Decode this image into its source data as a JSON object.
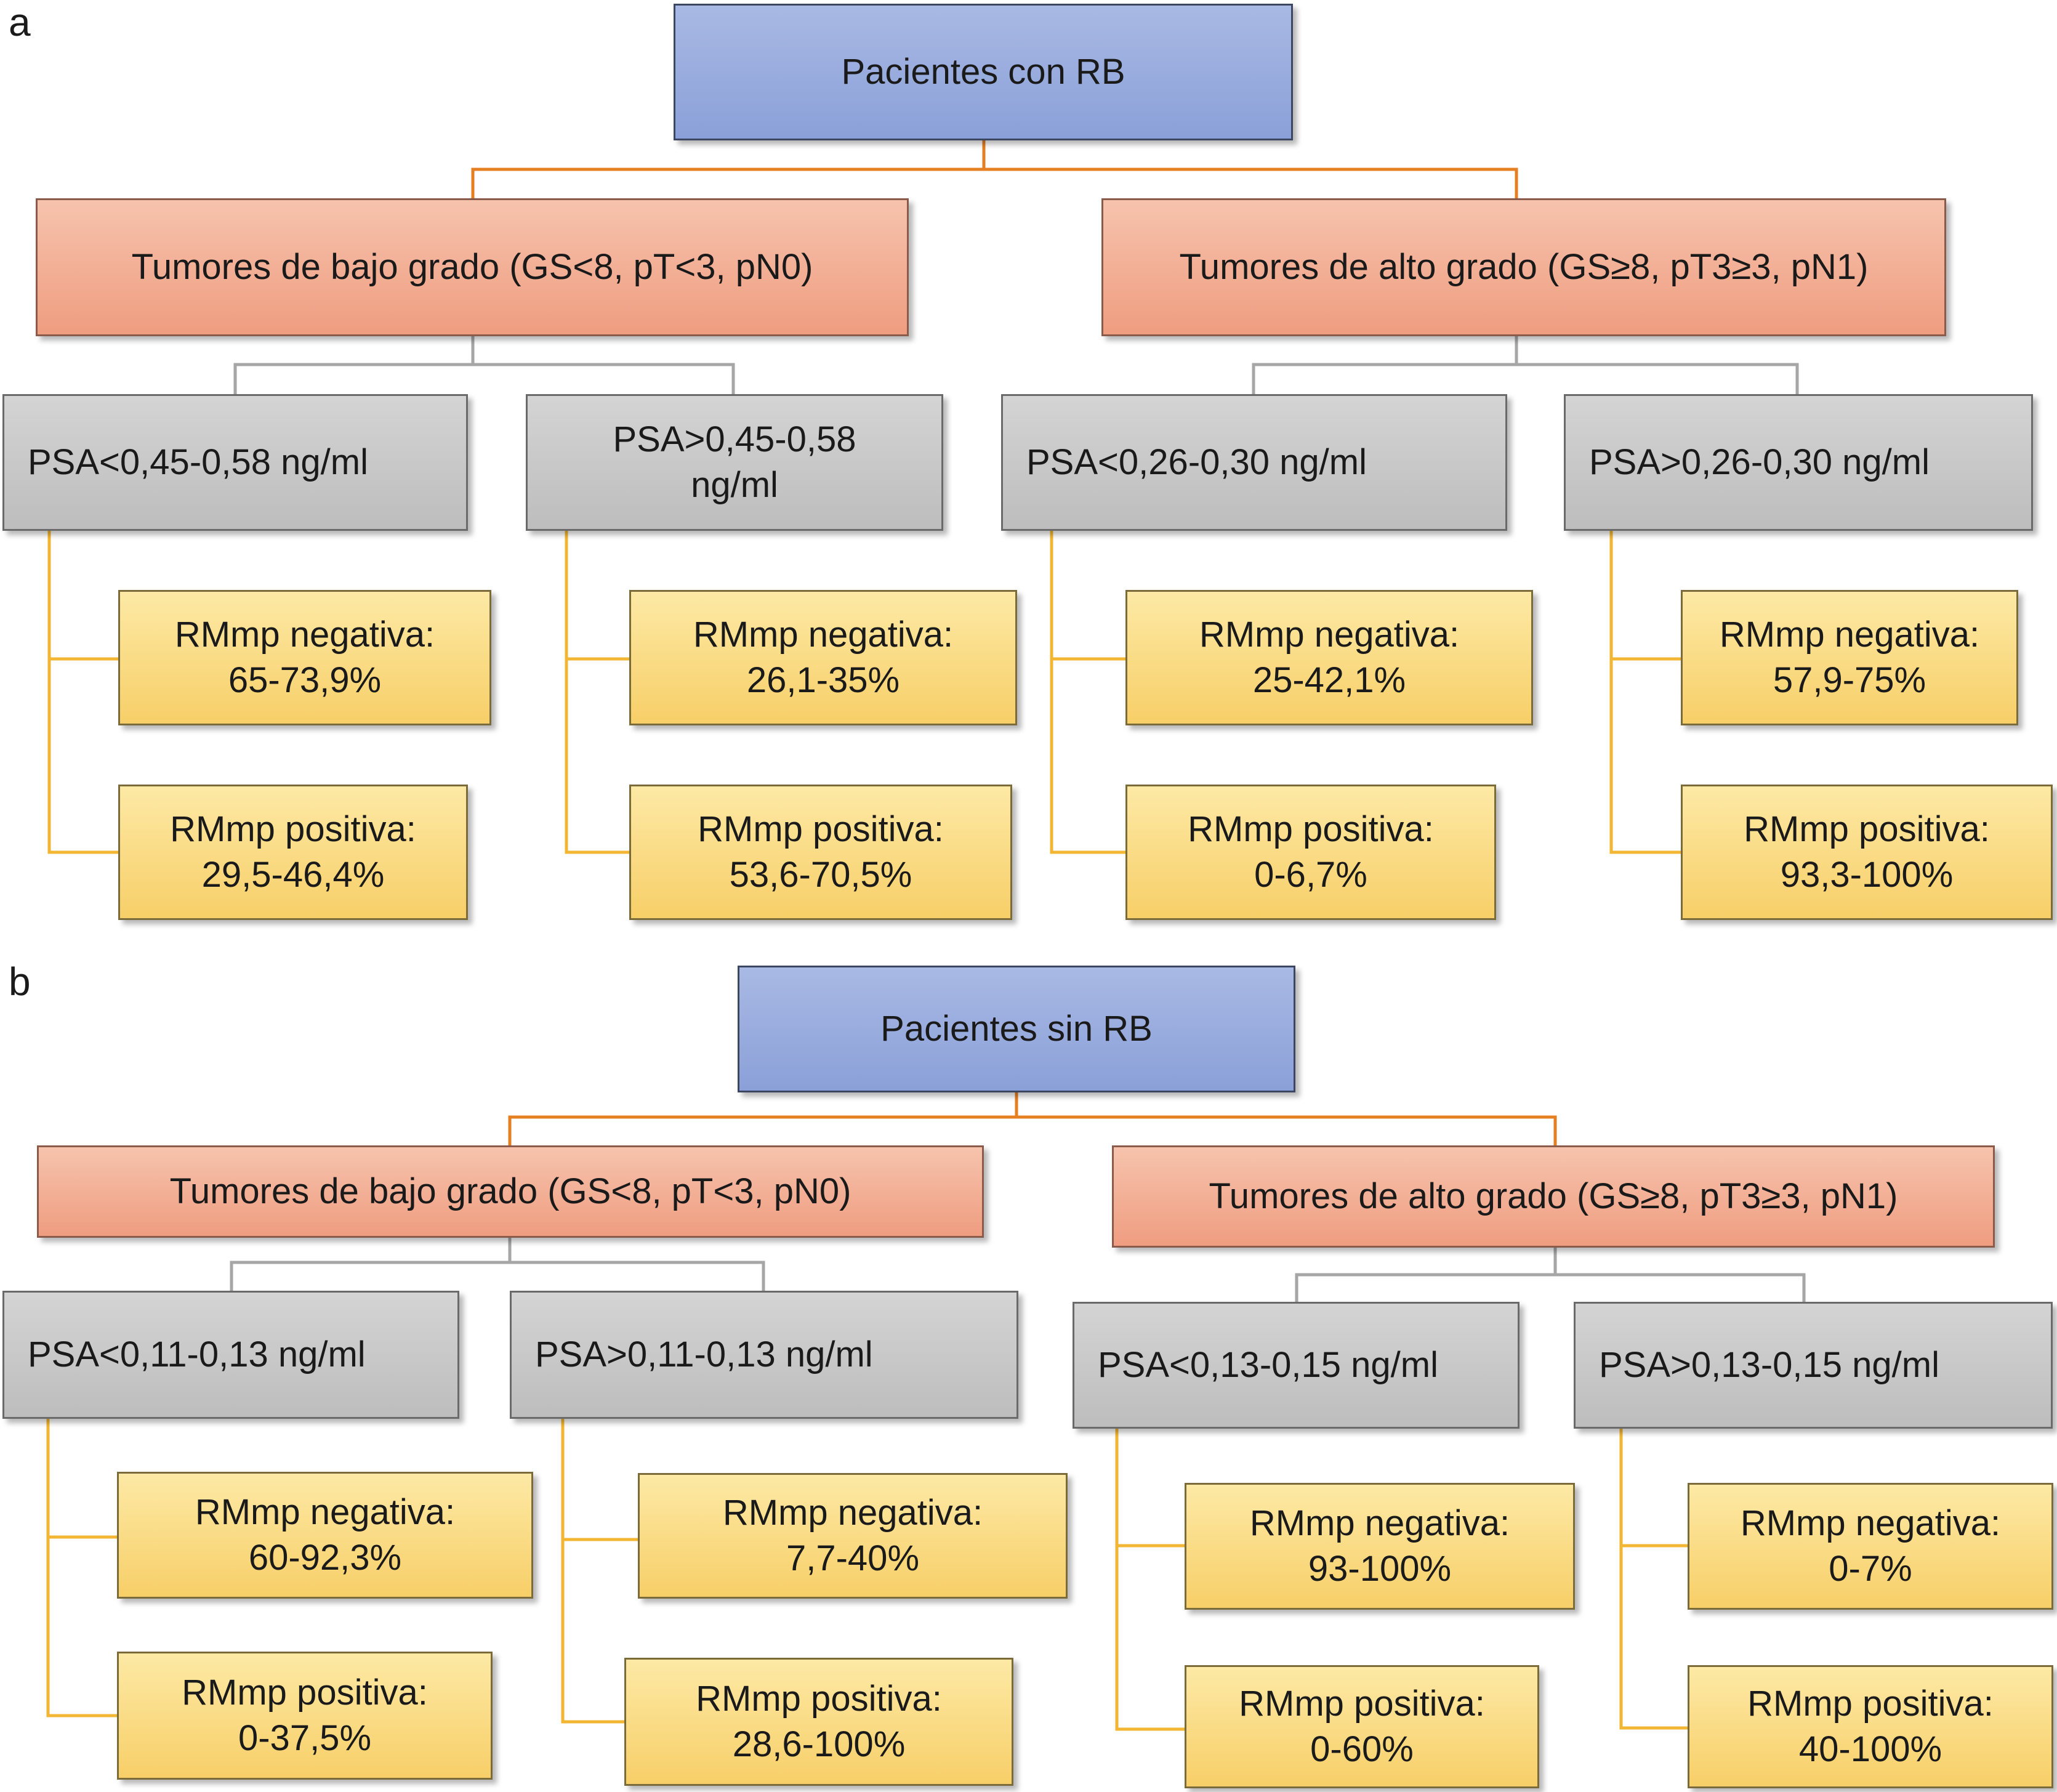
{
  "colors": {
    "root": "#8aa0d8",
    "grade": "#ef9d80",
    "psa": "#bdbdbd",
    "result": "#f7cf68",
    "orange_line": "#e67e22",
    "gray_line": "#a6a6a6",
    "yellow_line": "#f2b632"
  },
  "panel_a": {
    "label": "a",
    "root": "Pacientes con RB",
    "low_grade": {
      "title": "Tumores de bajo grado (GS<8, pT<3, pN0)",
      "psa_low": {
        "label": "PSA<0,45-0,58 ng/ml",
        "neg_label": "RMmp negativa:",
        "neg_value": "65-73,9%",
        "pos_label": "RMmp positiva:",
        "pos_value": "29,5-46,4%"
      },
      "psa_high": {
        "label": "PSA>0,45-0,58",
        "label2": "ng/ml",
        "neg_label": "RMmp negativa:",
        "neg_value": "26,1-35%",
        "pos_label": "RMmp positiva:",
        "pos_value": "53,6-70,5%"
      }
    },
    "high_grade": {
      "title": "Tumores de alto grado (GS≥8, pT3≥3, pN1)",
      "psa_low": {
        "label": "PSA<0,26-0,30 ng/ml",
        "neg_label": "RMmp negativa:",
        "neg_value": "25-42,1%",
        "pos_label": "RMmp positiva:",
        "pos_value": "0-6,7%"
      },
      "psa_high": {
        "label": "PSA>0,26-0,30 ng/ml",
        "neg_label": "RMmp negativa:",
        "neg_value": "57,9-75%",
        "pos_label": "RMmp positiva:",
        "pos_value": "93,3-100%"
      }
    }
  },
  "panel_b": {
    "label": "b",
    "root": "Pacientes sin RB",
    "low_grade": {
      "title": "Tumores de bajo grado (GS<8, pT<3, pN0)",
      "psa_low": {
        "label": "PSA<0,11-0,13 ng/ml",
        "neg_label": "RMmp negativa:",
        "neg_value": "60-92,3%",
        "pos_label": "RMmp positiva:",
        "pos_value": "0-37,5%"
      },
      "psa_high": {
        "label": "PSA>0,11-0,13 ng/ml",
        "neg_label": "RMmp negativa:",
        "neg_value": "7,7-40%",
        "pos_label": "RMmp positiva:",
        "pos_value": "28,6-100%"
      }
    },
    "high_grade": {
      "title": "Tumores de alto grado (GS≥8, pT3≥3, pN1)",
      "psa_low": {
        "label": "PSA<0,13-0,15 ng/ml",
        "neg_label": "RMmp negativa:",
        "neg_value": "93-100%",
        "pos_label": "RMmp positiva:",
        "pos_value": "0-60%"
      },
      "psa_high": {
        "label": "PSA>0,13-0,15 ng/ml",
        "neg_label": "RMmp negativa:",
        "neg_value": "0-7%",
        "pos_label": "RMmp positiva:",
        "pos_value": "40-100%"
      }
    }
  }
}
